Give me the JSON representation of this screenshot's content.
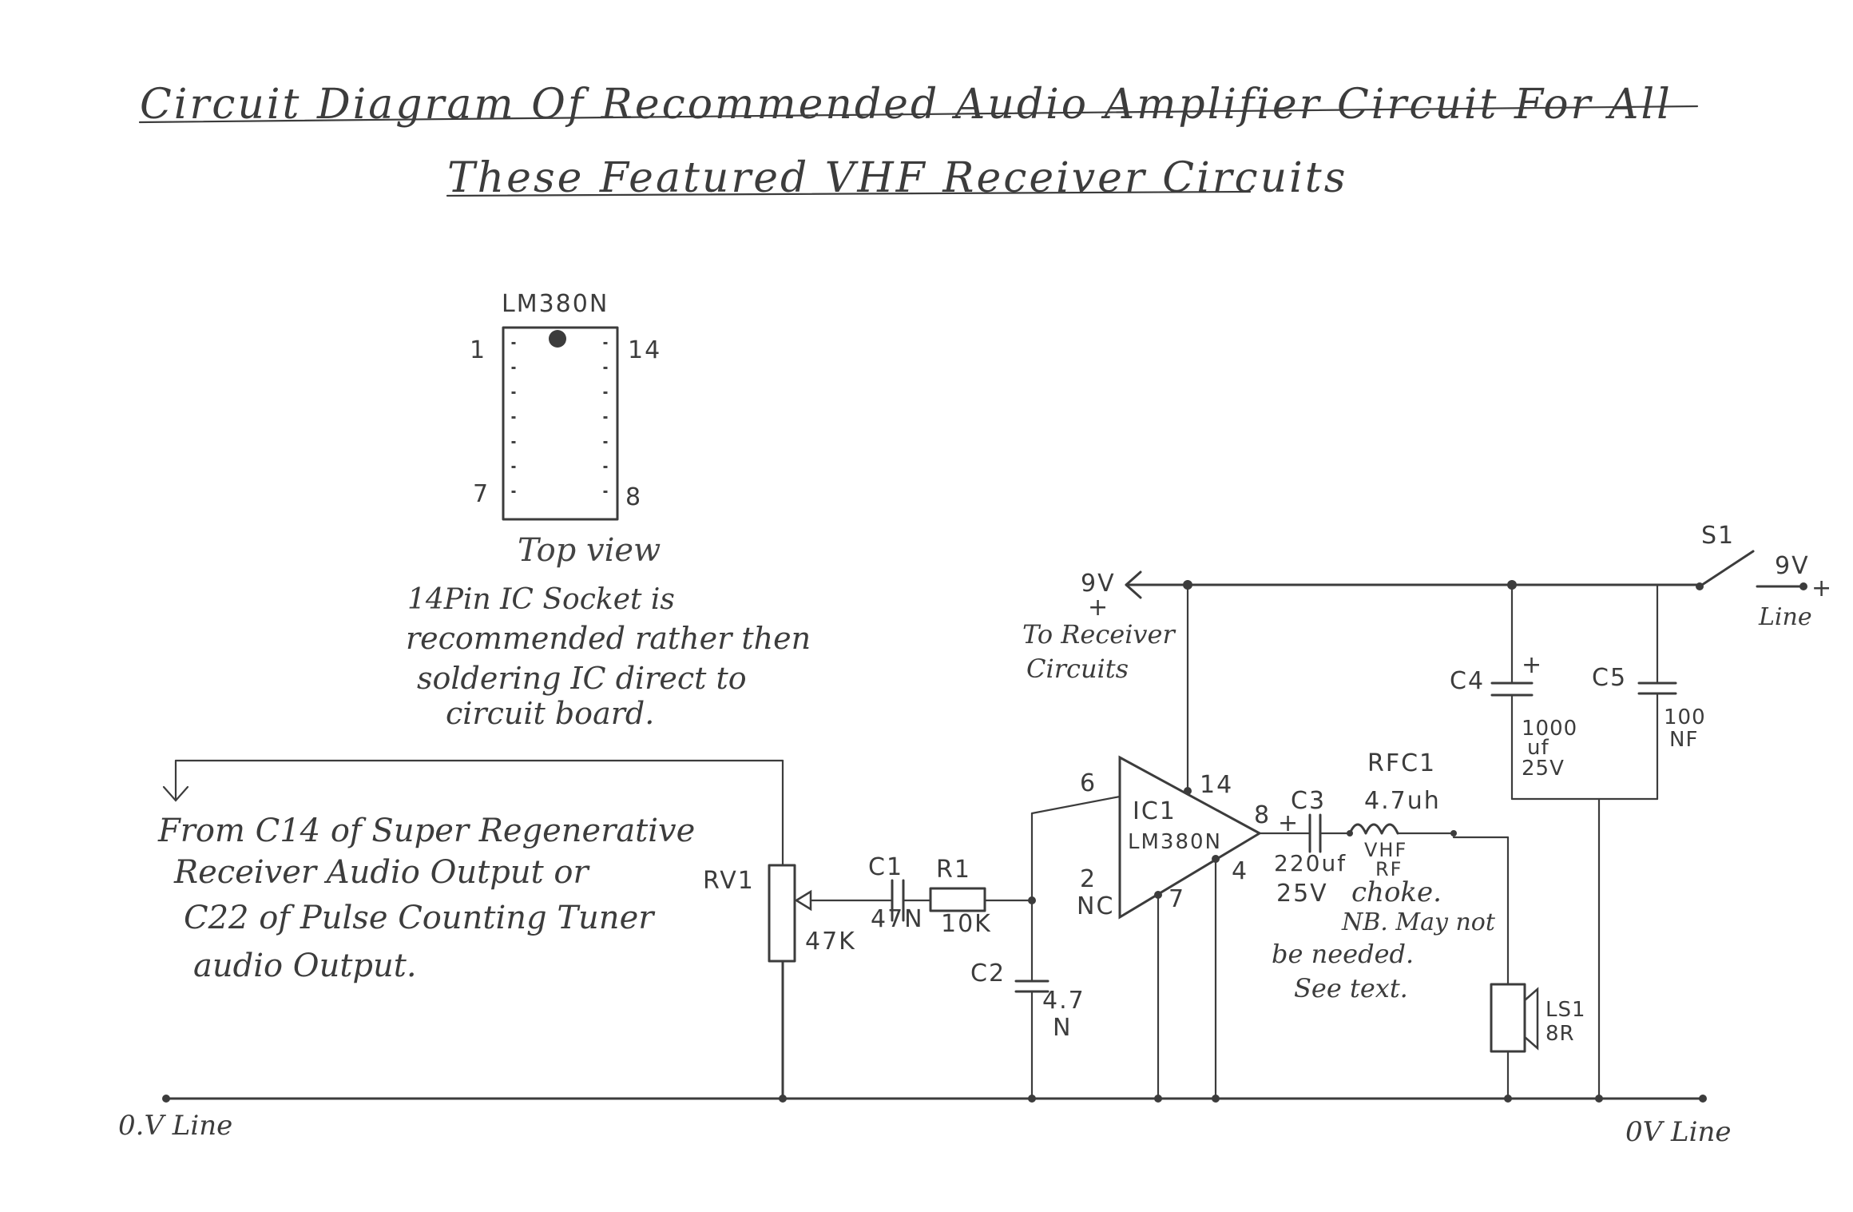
{
  "title": {
    "line1": "Circuit Diagram Of Recommended Audio Amplifier Circuit For All",
    "line2": "These Featured VHF Receiver Circuits"
  },
  "ic_package": {
    "name": "LM380N",
    "pin_1": "1",
    "pin_14": "14",
    "pin_7": "7",
    "pin_8": "8",
    "caption": "Top view"
  },
  "socket_note": {
    "line1": "14Pin IC Socket is",
    "line2": "recommended rather then",
    "line3": "soldering IC direct to",
    "line4": "circuit board."
  },
  "supply": {
    "v9_left": "9V",
    "plus_left": "+",
    "to_receiver_1": "To Receiver",
    "to_receiver_2": "Circuits",
    "switch": "S1",
    "v9_right": "9V",
    "plus_right": "+",
    "line_right": "Line"
  },
  "input_note": {
    "line1": "From C14 of Super Regenerative",
    "line2": "Receiver Audio Output or",
    "line3": "C22 of Pulse Counting Tuner",
    "line4": "audio Output."
  },
  "components": {
    "rv1": "RV1",
    "rv1_value": "47K",
    "c1": "C1",
    "c1_value": "47N",
    "r1": "R1",
    "r1_value": "10K",
    "c2": "C2",
    "c2_value_1": "4.7",
    "c2_value_2": "N",
    "ic1": "IC1",
    "ic1_type": "LM380N",
    "pin6": "6",
    "pin2": "2",
    "nc": "NC",
    "pin14": "14",
    "pin8": "8",
    "pin4": "4",
    "pin7": "7",
    "c3": "C3",
    "c3_plus": "+",
    "c3_value_1": "220uf",
    "c3_value_2": "25V",
    "rfc1": "RFC1",
    "rfc1_value": "4.7uh",
    "vhf": "VHF",
    "rf": "RF",
    "choke": "choke.",
    "nb_1": "NB. May not",
    "nb_2": "be needed.",
    "nb_3": "See text.",
    "c4": "C4",
    "c4_plus": "+",
    "c4_value_1": "1000",
    "c4_value_2": "uf",
    "c4_value_3": "25V",
    "c5": "C5",
    "c5_value_1": "100",
    "c5_value_2": "NF",
    "ls1": "LS1",
    "ls1_value": "8R"
  },
  "ground": {
    "left": "0.V Line",
    "right": "0V Line"
  }
}
